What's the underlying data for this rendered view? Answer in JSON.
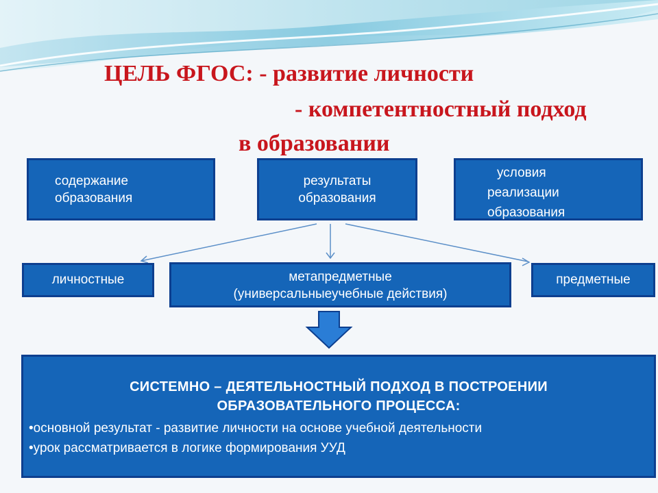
{
  "title": {
    "line1": "ЦЕЛЬ ФГОС: - развитие личности",
    "line2": "- компетентностный подход",
    "line3": "в образовании"
  },
  "top_boxes": [
    {
      "lines": [
        "содержание",
        "образования"
      ]
    },
    {
      "lines": [
        "результаты",
        "образования"
      ]
    },
    {
      "lines": [
        "условия",
        "реализации",
        "образования"
      ]
    }
  ],
  "result_boxes": {
    "personal": "личностные",
    "meta_line1": "метапредметные",
    "meta_line2": "(универсальныеучебные действия)",
    "subject": "предметные"
  },
  "system": {
    "heading_line1": "СИСТЕМНО – ДЕЯТЕЛЬНОСТНЫЙ ПОДХОД В ПОСТРОЕНИИ",
    "heading_line2": "ОБРАЗОВАТЕЛЬНОГО ПРОЦЕССА:",
    "bullets": [
      "•основной результат -  развитие личности на основе учебной деятельности",
      "•урок рассматривается в логике формирования УУД"
    ]
  },
  "colors": {
    "title_red": "#c8161d",
    "box_blue": "#1565b8",
    "box_border": "#0d3f8f",
    "arrow_blue": "#2a7dd6",
    "wave_teal": "#7fc4dc"
  }
}
